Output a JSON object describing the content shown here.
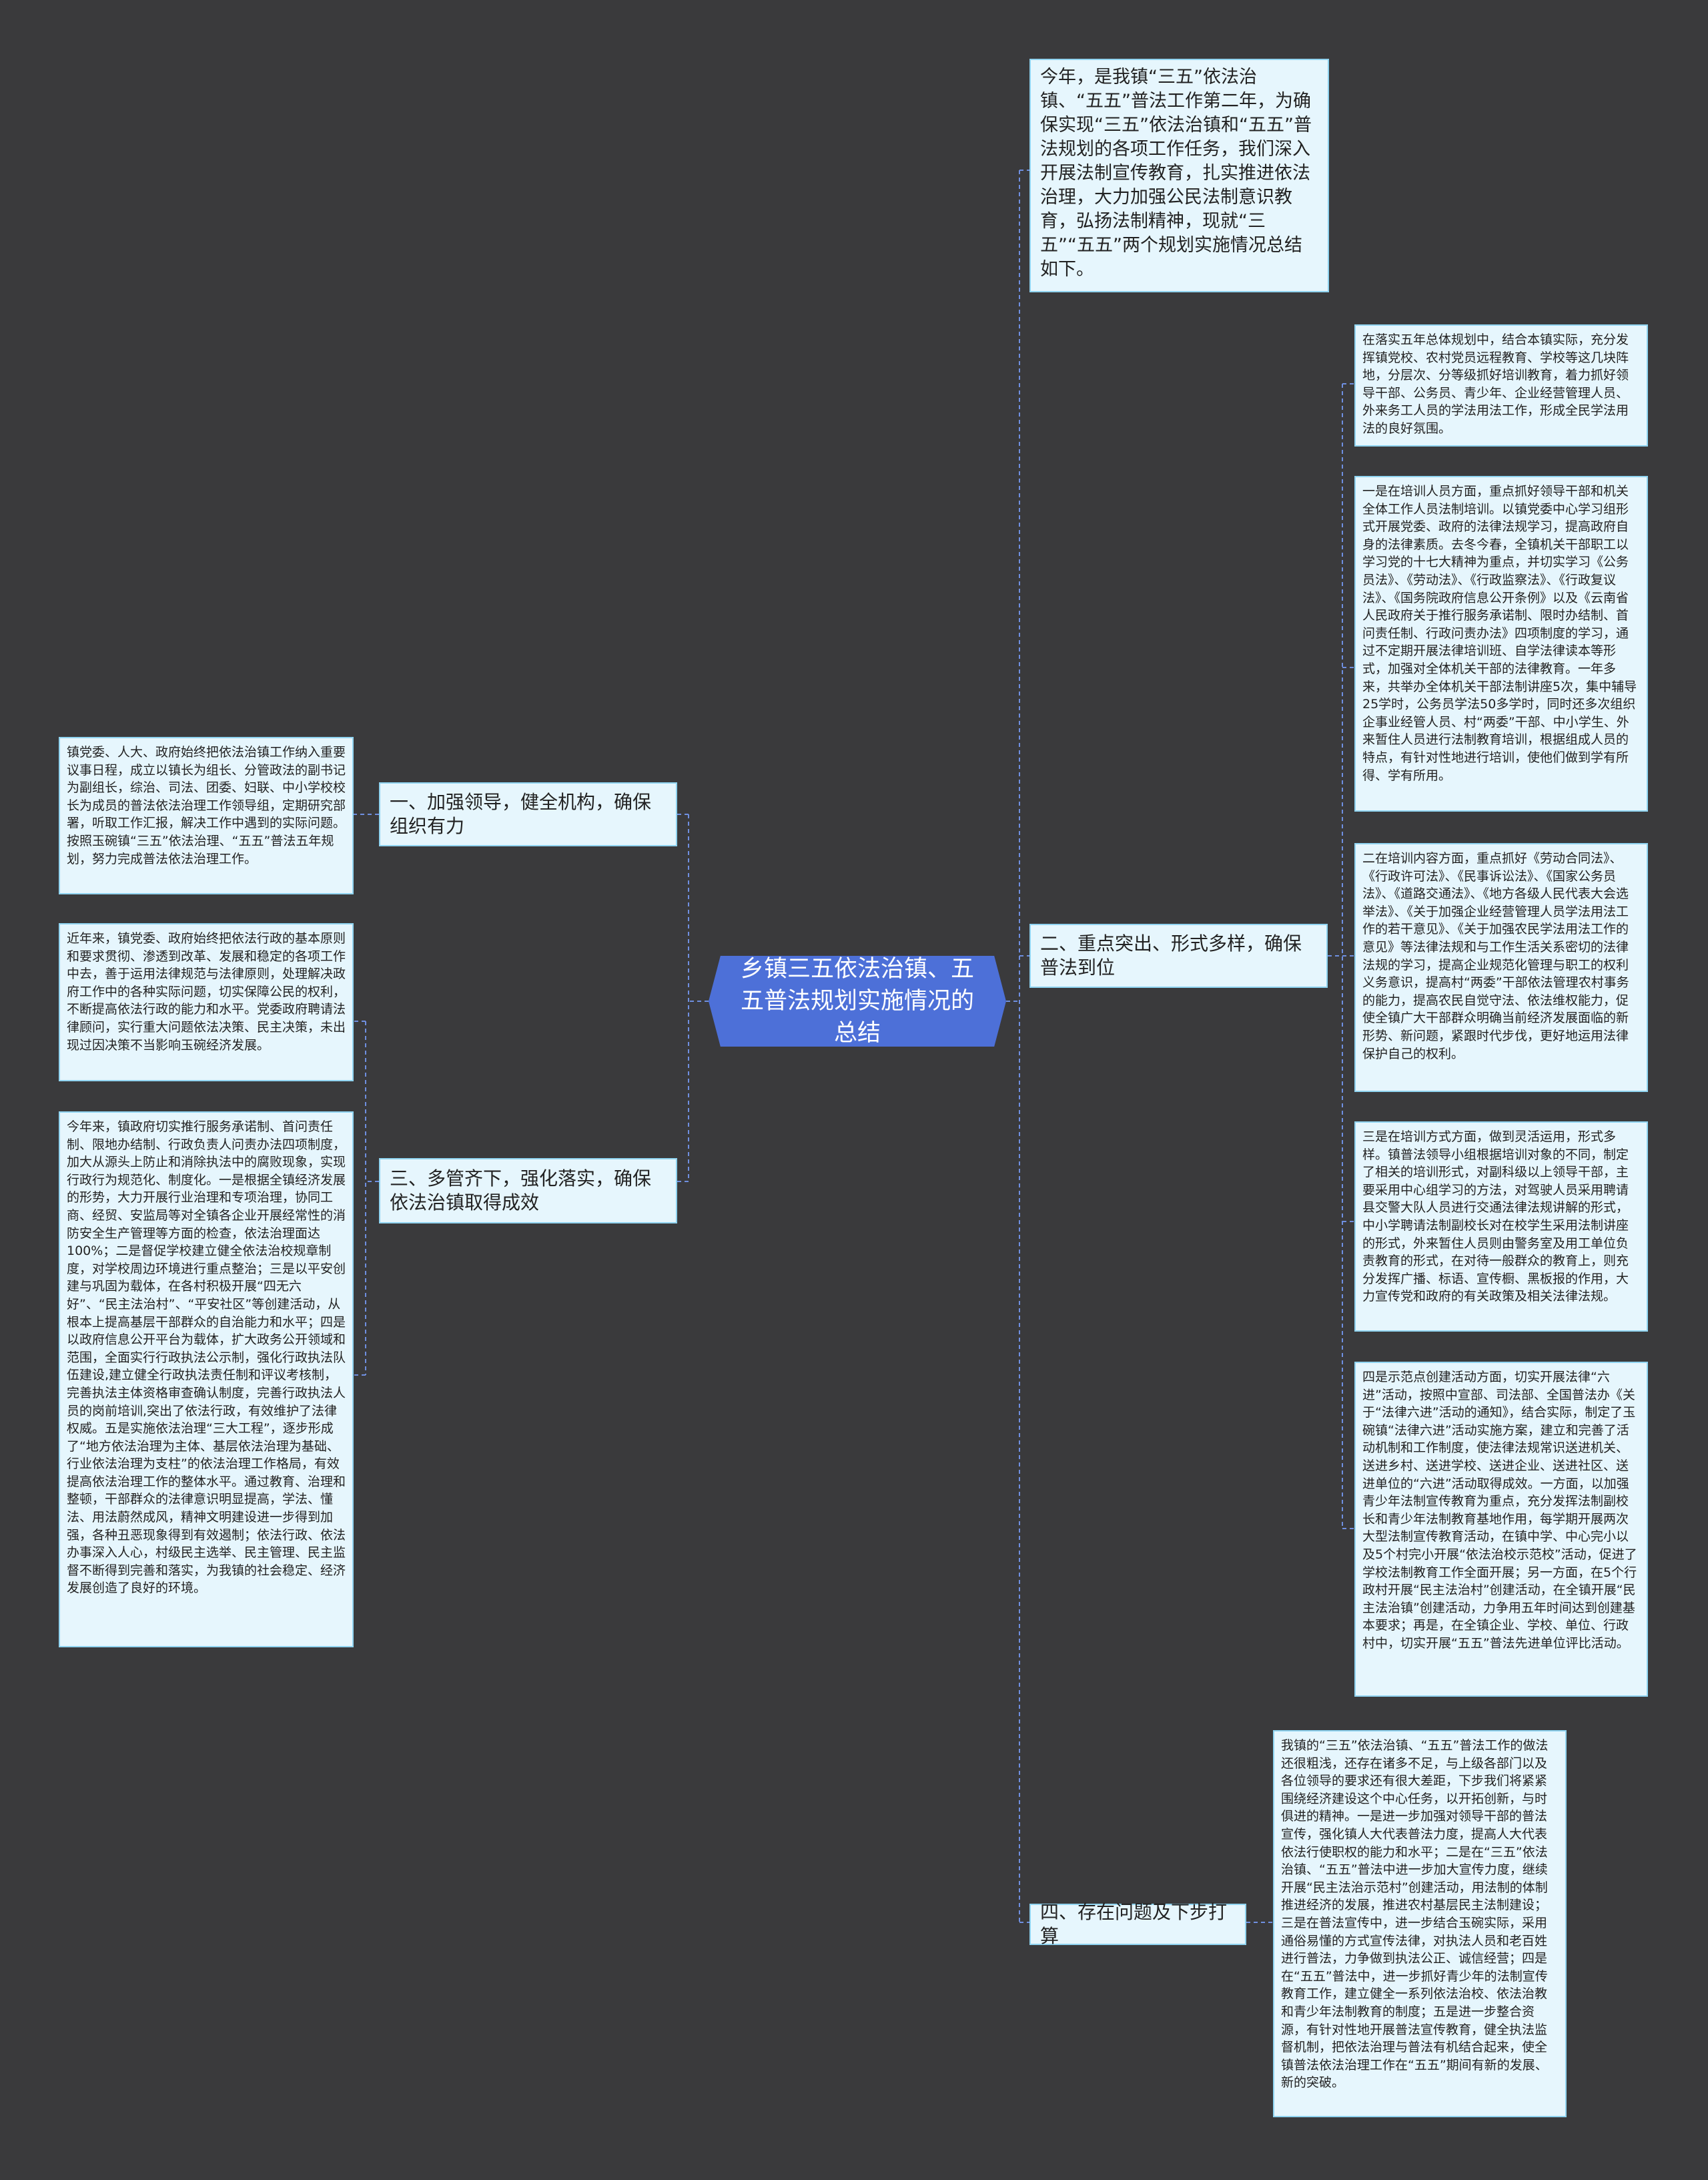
{
  "root": {
    "title": "乡镇三五依法治镇、五五普法规划实施情况的总结"
  },
  "intro": {
    "text": "今年，是我镇“三五”依法治镇、“五五”普法工作第二年，为确保实现“三五”依法治镇和“五五”普法规划的各项工作任务，我们深入开展法制宣传教育，扎实推进依法治理，大力加强公民法制意识教育，弘扬法制精神，现就“三五”“五五”两个规划实施情况总结如下。"
  },
  "branches": {
    "b1": {
      "label": "一、加强领导，健全机构，确保组织有力",
      "leaves": [
        "镇党委、人大、政府始终把依法治镇工作纳入重要议事日程，成立以镇长为组长、分管政法的副书记为副组长，综治、司法、团委、妇联、中小学校校长为成员的普法依法治理工作领导组，定期研究部署，听取工作汇报，解决工作中遇到的实际问题。按照玉碗镇“三五”依法治理、“五五”普法五年规划，努力完成普法依法治理工作。"
      ]
    },
    "b2": {
      "label": "二、重点突出、形式多样，确保普法到位",
      "leaves": [
        "在落实五年总体规划中，结合本镇实际，充分发挥镇党校、农村党员远程教育、学校等这几块阵地，分层次、分等级抓好培训教育，着力抓好领导干部、公务员、青少年、企业经营管理人员、外来务工人员的学法用法工作，形成全民学法用法的良好氛围。",
        "一是在培训人员方面，重点抓好领导干部和机关全体工作人员法制培训。以镇党委中心学习组形式开展党委、政府的法律法规学习，提高政府自身的法律素质。去冬今春，全镇机关干部职工以学习党的十七大精神为重点，并切实学习《公务员法》、《劳动法》、《行政监察法》、《行政复议法》、《国务院政府信息公开条例》以及《云南省人民政府关于推行服务承诺制、限时办结制、首问责任制、行政问责办法》四项制度的学习，通过不定期开展法律培训班、自学法律读本等形式，加强对全体机关干部的法律教育。一年多来，共举办全体机关干部法制讲座5次，集中辅导25学时，公务员学法50多学时，同时还多次组织企事业经管人员、村“两委”干部、中小学生、外来暂住人员进行法制教育培训，根据组成人员的特点，有针对性地进行培训，使他们做到学有所得、学有所用。",
        "二在培训内容方面，重点抓好《劳动合同法》、《行政许可法》、《民事诉讼法》、《国家公务员法》、《道路交通法》、《地方各级人民代表大会选举法》、《关于加强企业经营管理人员学法用法工作的若干意见》、《关于加强农民学法用法工作的意见》等法律法规和与工作生活关系密切的法律法规的学习，提高企业规范化管理与职工的权利义务意识，提高村“两委”干部依法管理农村事务的能力，提高农民自觉守法、依法维权能力，促使全镇广大干部群众明确当前经济发展面临的新形势、新问题，紧跟时代步伐，更好地运用法律保护自己的权利。",
        "三是在培训方式方面，做到灵活运用，形式多样。镇普法领导小组根据培训对象的不同，制定了相关的培训形式，对副科级以上领导干部，主要采用中心组学习的方法，对驾驶人员采用聘请县交警大队人员进行交通法律法规讲解的形式，中小学聘请法制副校长对在校学生采用法制讲座的形式，外来暂住人员则由警务室及用工单位负责教育的形式，在对待一般群众的教育上，则充分发挥广播、标语、宣传橱、黑板报的作用，大力宣传党和政府的有关政策及相关法律法规。",
        "四是示范点创建活动方面，切实开展法律“六进”活动，按照中宣部、司法部、全国普法办《关于“法律六进”活动的通知》，结合实际，制定了玉碗镇“法律六进”活动实施方案，建立和完善了活动机制和工作制度，使法律法规常识送进机关、送进乡村、送进学校、送进企业、送进社区、送进单位的“六进”活动取得成效。一方面，以加强青少年法制宣传教育为重点，充分发挥法制副校长和青少年法制教育基地作用，每学期开展两次大型法制宣传教育活动，在镇中学、中心完小以及5个村完小开展“依法治校示范校”活动，促进了学校法制教育工作全面开展；另一方面，在5个行政村开展“民主法治村”创建活动，在全镇开展“民主法治镇”创建活动，力争用五年时间达到创建基本要求；再是，在全镇企业、学校、单位、行政村中，切实开展“五五”普法先进单位评比活动。"
      ]
    },
    "b3": {
      "label": "三、多管齐下，强化落实，确保依法治镇取得成效",
      "leaves": [
        "近年来，镇党委、政府始终把依法行政的基本原则和要求贯彻、渗透到改革、发展和稳定的各项工作中去，善于运用法律规范与法律原则，处理解决政府工作中的各种实际问题，切实保障公民的权利，不断提高依法行政的能力和水平。党委政府聘请法律顾问，实行重大问题依法决策、民主决策，未出现过因决策不当影响玉碗经济发展。",
        "今年来，镇政府切实推行服务承诺制、首问责任制、限地办结制、行政负责人问责办法四项制度，加大从源头上防止和消除执法中的腐败现象，实现行政行为规范化、制度化。一是根据全镇经济发展的形势，大力开展行业治理和专项治理，协同工商、经贸、安监局等对全镇各企业开展经常性的消防安全生产管理等方面的检查，依法治理面达100%；二是督促学校建立健全依法治校规章制度，对学校周边环境进行重点整治；三是以平安创建与巩固为载体，在各村积极开展“四无六好”、“民主法治村”、“平安社区”等创建活动，从根本上提高基层干部群众的自治能力和水平；四是以政府信息公开平台为载体，扩大政务公开领域和范围，全面实行行政执法公示制，强化行政执法队伍建设,建立健全行政执法责任制和评议考核制，完善执法主体资格审查确认制度，完善行政执法人员的岗前培训,突出了依法行政，有效维护了法律权威。五是实施依法治理“三大工程”，逐步形成了“地方依法治理为主体、基层依法治理为基础、行业依法治理为支柱”的依法治理工作格局，有效提高依法治理工作的整体水平。通过教育、治理和整顿，干部群众的法律意识明显提高，学法、懂法、用法蔚然成风，精神文明建设进一步得到加强，各种丑恶现象得到有效遏制；依法行政、依法办事深入人心，村级民主选举、民主管理、民主监督不断得到完善和落实，为我镇的社会稳定、经济发展创造了良好的环境。"
      ]
    },
    "b4": {
      "label": "四、存在问题及下步打算",
      "leaves": [
        "我镇的“三五”依法治镇、“五五”普法工作的做法还很粗浅，还存在诸多不足，与上级各部门以及各位领导的要求还有很大差距，下步我们将紧紧围绕经济建设这个中心任务，以开拓创新，与时俱进的精神。一是进一步加强对领导干部的普法宣传，强化镇人大代表普法力度，提高人大代表依法行使职权的能力和水平；二是在“三五”依法治镇、“五五”普法中进一步加大宣传力度，继续开展“民主法治示范村”创建活动，用法制的体制推进经济的发展，推进农村基层民主法制建设；三是在普法宣传中，进一步结合玉碗实际，采用通俗易懂的方式宣传法律，对执法人员和老百姓进行普法，力争做到执法公正、诚信经营；四是在“五五”普法中，进一步抓好青少年的法制宣传教育工作，建立健全一系列依法治校、依法治教和青少年法制教育的制度；五是进一步整合资源，有针对性地开展普法宣传教育，健全执法监督机制，把依法治理与普法有机结合起来，使全镇普法依法治理工作在“五五”期间有新的发展、新的突破。"
      ]
    }
  },
  "colors": {
    "background": "#3a3a3c",
    "root": "#4d70d8",
    "node_fill": "#e6f6fd",
    "node_border": "#8fd3f0",
    "link": "#6f8fe0"
  }
}
